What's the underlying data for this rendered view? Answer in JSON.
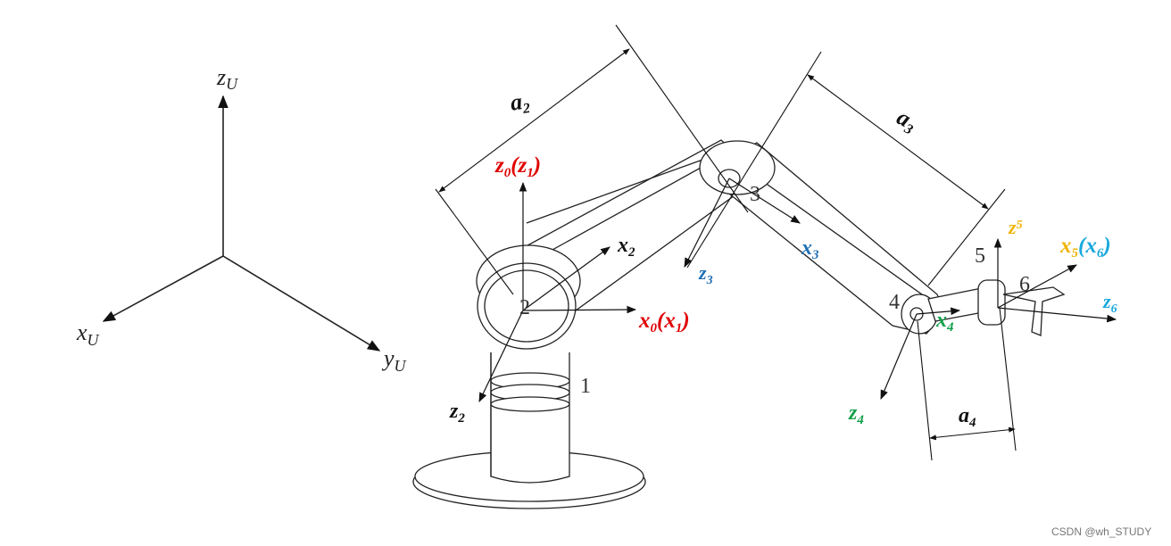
{
  "colors": {
    "red": "#e00000",
    "blue": "#1f6fb5",
    "green": "#12a04a",
    "gold": "#f0b400",
    "cyan": "#18a9dc",
    "black": "#111111"
  },
  "universal_frame": {
    "z": {
      "base": "z",
      "sub": "U"
    },
    "x": {
      "base": "x",
      "sub": "U"
    },
    "y": {
      "base": "y",
      "sub": "U"
    }
  },
  "dims": {
    "a2": {
      "base": "a",
      "sub": "2"
    },
    "a3": {
      "base": "a",
      "sub": "3"
    },
    "a4": {
      "base": "a",
      "sub": "4"
    }
  },
  "frames": {
    "z0z1": {
      "b1": "z",
      "s1": "0",
      "mid": "(z",
      "s2": "1",
      "end": ")"
    },
    "x0x1": {
      "b1": "x",
      "s1": "0",
      "mid": "(x",
      "s2": "1",
      "end": ")"
    },
    "x2": {
      "b": "x",
      "s": "2"
    },
    "z2": {
      "b": "z",
      "s": "2"
    },
    "x3": {
      "b": "x",
      "s": "3"
    },
    "z3": {
      "b": "z",
      "s": "3"
    },
    "x4": {
      "b": "x",
      "s": "4"
    },
    "z4": {
      "b": "z",
      "s": "4"
    },
    "z5": {
      "b": "z",
      "s": "5"
    },
    "x5x6": {
      "b1": "x",
      "s1": "5",
      "mid": "(x",
      "s2": "6",
      "end": ")"
    },
    "z6": {
      "b": "z",
      "s": "6"
    }
  },
  "joint_numbers": [
    "1",
    "2",
    "3",
    "4",
    "5",
    "6"
  ],
  "watermark": "CSDN @wh_STUDY"
}
